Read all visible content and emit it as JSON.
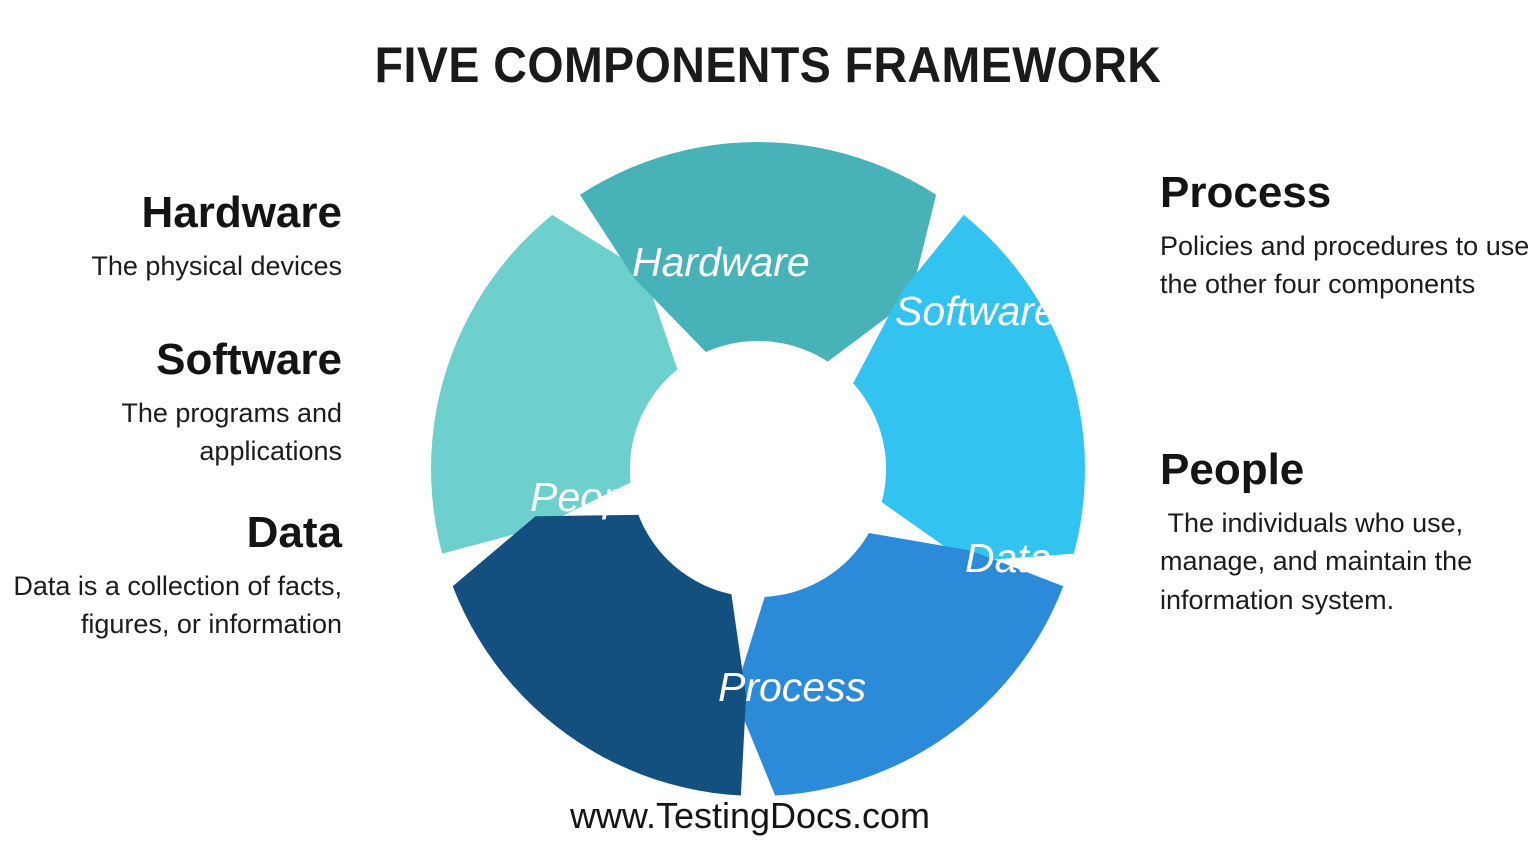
{
  "header": {
    "title": "FIVE COMPONENTS FRAMEWORK"
  },
  "footer": {
    "website": "www.TestingDocs.com"
  },
  "left_column": [
    {
      "title": "Hardware",
      "description": "The physical devices"
    },
    {
      "title": "Software",
      "description": "The programs and applications"
    },
    {
      "title": "Data",
      "description": "Data is a collection of facts, figures, or information"
    }
  ],
  "right_column": [
    {
      "title": "Process",
      "description": "Policies and procedures to use the other four components"
    },
    {
      "title": "People",
      "description": " The individuals who use, manage, and maintain the information system."
    }
  ],
  "chart_data": {
    "type": "pie",
    "title": "FIVE COMPONENTS FRAMEWORK",
    "subtype": "donut-chevron-cycle",
    "legend": "none",
    "center": [
      328,
      328
    ],
    "outer_radius": 327,
    "inner_radius": 128,
    "gap_degrees": 6,
    "chevron_depth_degrees": 9,
    "categories": [
      "Hardware",
      "Software",
      "Data",
      "Process",
      "People"
    ],
    "values": [
      20,
      20,
      20,
      20,
      20
    ],
    "segments": [
      {
        "label": "Hardware",
        "value": 20,
        "color": "#6ED0CC",
        "start_angle": 252,
        "end_angle": 324,
        "label_x": 202,
        "label_y": 124
      },
      {
        "label": "Software",
        "value": 20,
        "color": "#47B3B8",
        "start_angle": 324,
        "end_angle": 36,
        "label_x": 465,
        "label_y": 173
      },
      {
        "label": "Data",
        "value": 20,
        "color": "#33C3F0",
        "start_angle": 36,
        "end_angle": 108,
        "label_x": 535,
        "label_y": 420
      },
      {
        "label": "Process",
        "value": 20,
        "color": "#2B8BD9",
        "start_angle": 108,
        "end_angle": 180,
        "label_x": 288,
        "label_y": 549
      },
      {
        "label": "People",
        "value": 20,
        "color": "#14507F",
        "start_angle": 180,
        "end_angle": 252,
        "label_x": 100,
        "label_y": 359
      }
    ]
  },
  "colors": {
    "background": "#ffffff",
    "text": "#141414",
    "hardware": "#6ED0CC",
    "software": "#47B3B8",
    "data": "#33C3F0",
    "process": "#2B8BD9",
    "people": "#14507F"
  }
}
